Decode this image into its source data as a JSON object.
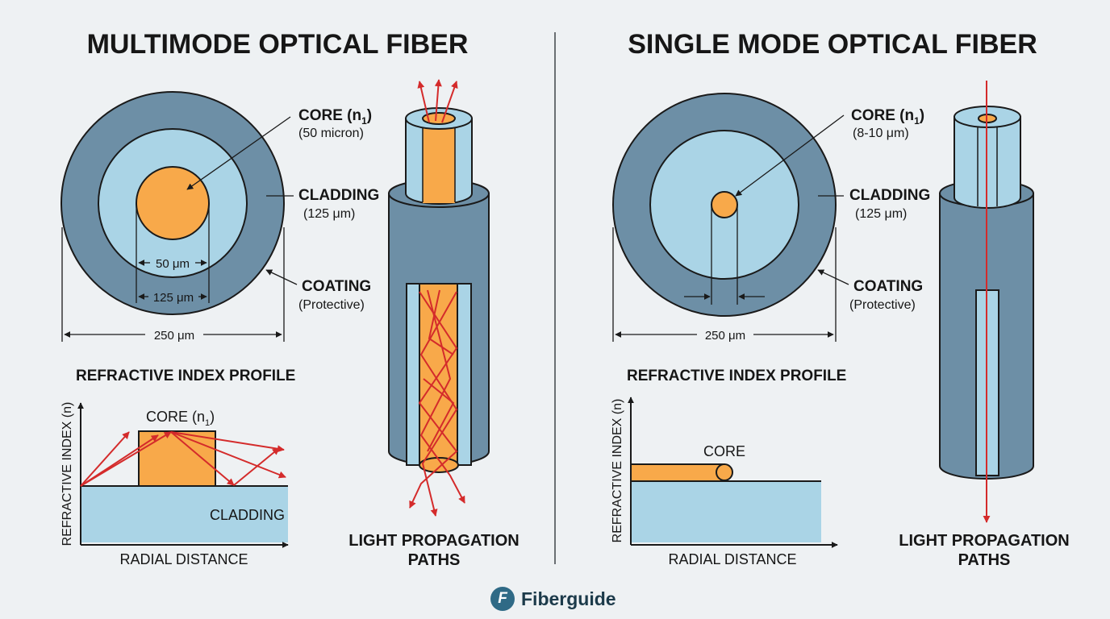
{
  "colors": {
    "coating": "#6d8fa6",
    "cladding": "#aad4e6",
    "core": "#f8a94a",
    "ray": "#d42b2b",
    "outline": "#1a1a1a",
    "background": "#eef1f3"
  },
  "multimode": {
    "title": "MULTIMODE OPTICAL FIBER",
    "labels": {
      "core": "CORE (n",
      "core_sub": "1",
      "core_close": ")",
      "core_size": "(50 micron)",
      "cladding": "CLADDING",
      "cladding_size": "(125 μm)",
      "coating": "COATING",
      "coating_note": "(Protective)"
    },
    "dimensions": {
      "core": "50 μm",
      "cladding": "125 μm",
      "coating": "250 μm"
    },
    "profile": {
      "title": "REFRACTIVE INDEX PROFILE",
      "y_label": "REFRACTIVE INDEX (n)",
      "x_label": "RADIAL DISTANCE",
      "core_label": "CORE (n",
      "core_label_sub": "1",
      "core_label_close": ")",
      "cladding_label": "CLADDING"
    },
    "propagation_label_line1": "LIGHT PROPAGATION",
    "propagation_label_line2": "PATHS"
  },
  "singlemode": {
    "title": "SINGLE MODE OPTICAL FIBER",
    "labels": {
      "core": "CORE (n",
      "core_sub": "1",
      "core_close": ")",
      "core_size": "(8-10 μm)",
      "cladding": "CLADDING",
      "cladding_size": "(125 μm)",
      "coating": "COATING",
      "coating_note": "(Protective)"
    },
    "dimensions": {
      "coating": "250 μm"
    },
    "profile": {
      "title": "REFRACTIVE INDEX PROFILE",
      "y_label": "REFRACTIVE INDEX (n)",
      "x_label": "RADIAL DISTANCE",
      "core_label": "CORE"
    },
    "propagation_label_line1": "LIGHT PROPAGATION",
    "propagation_label_line2": "PATHS"
  },
  "brand": {
    "icon_letter": "F",
    "name": "Fiberguide"
  }
}
